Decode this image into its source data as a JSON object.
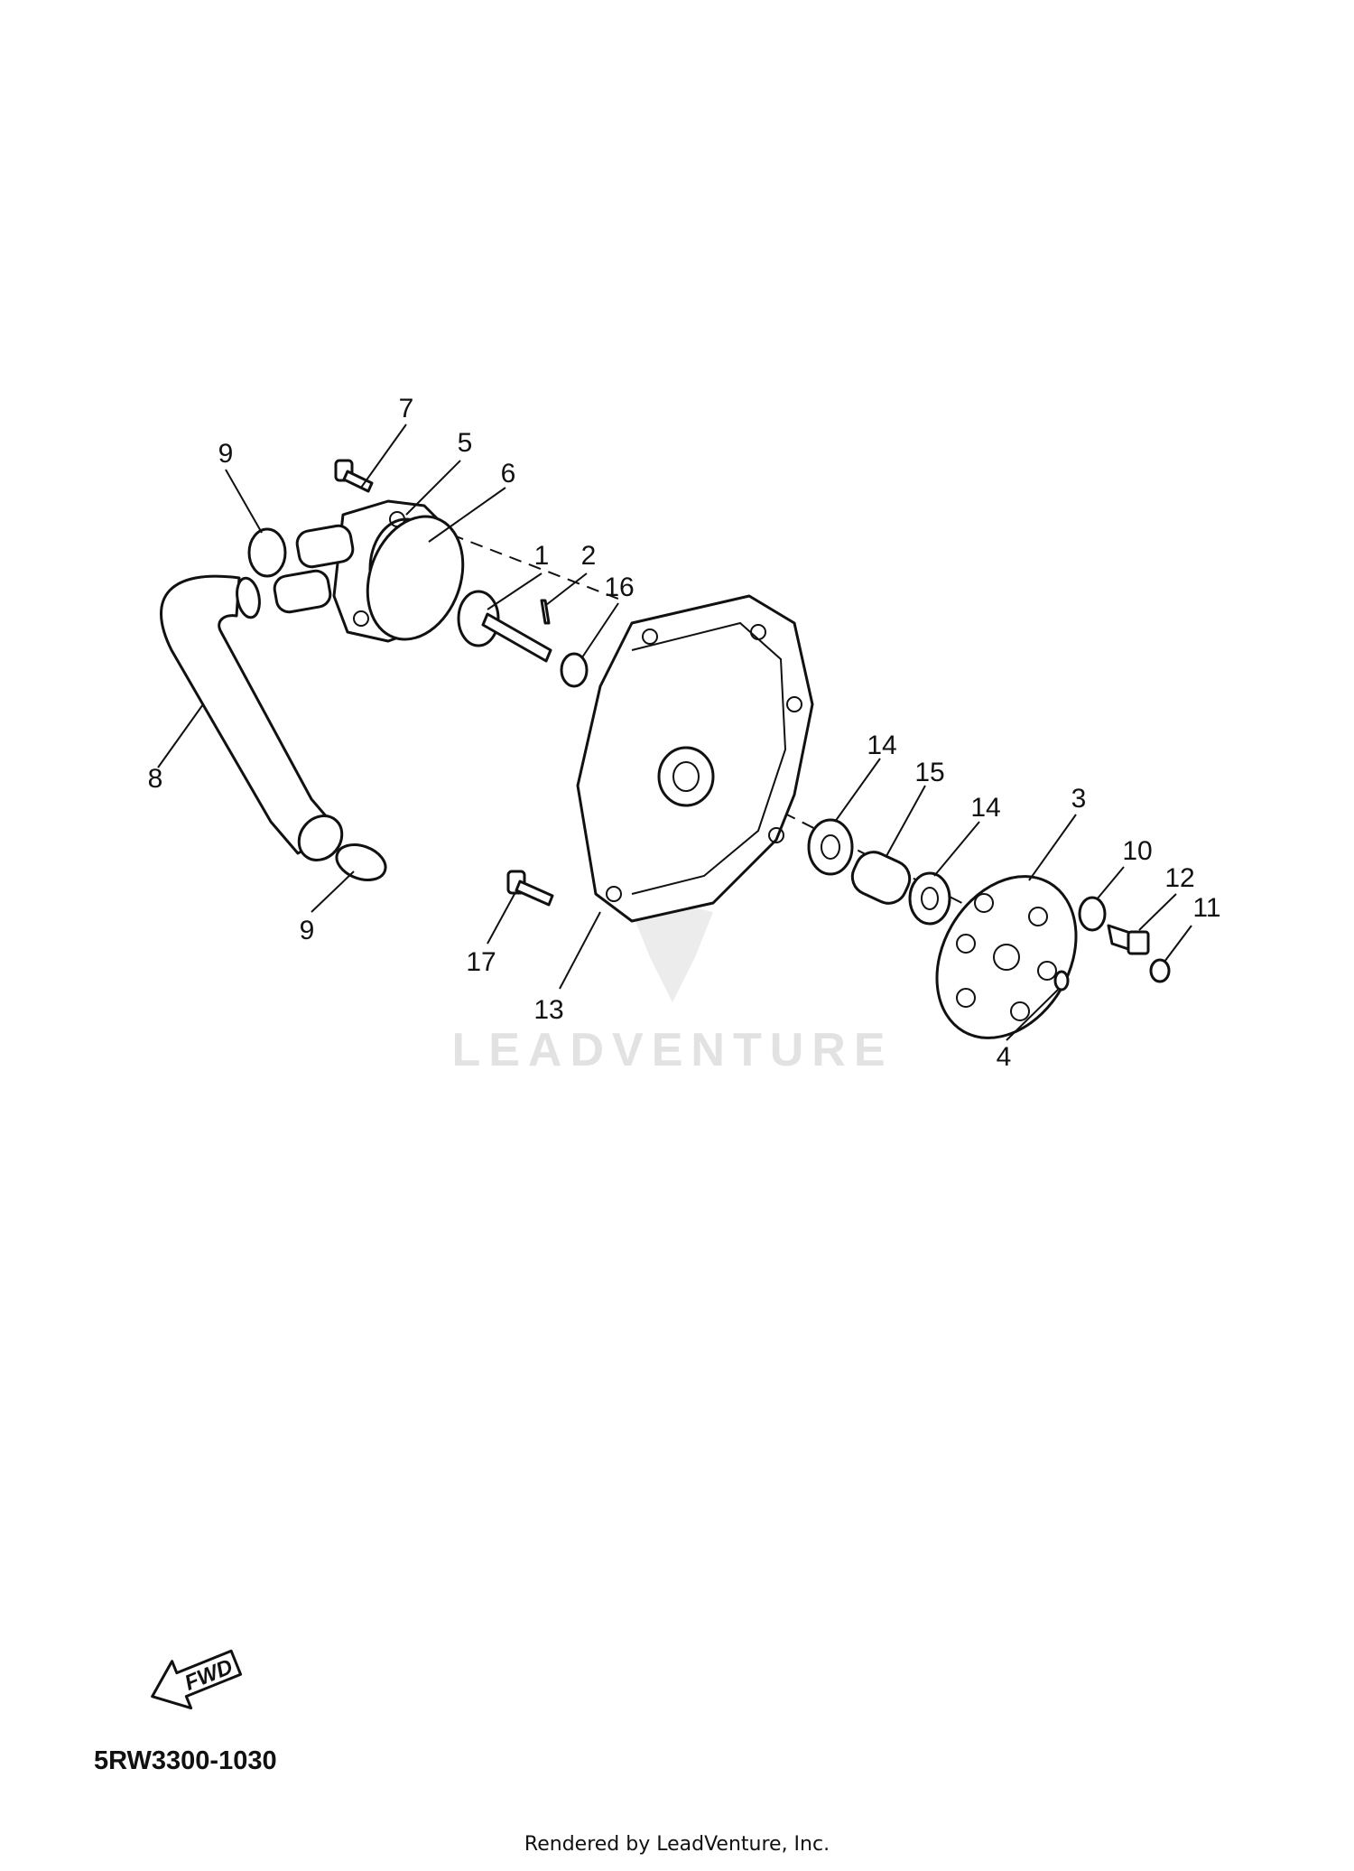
{
  "watermark": {
    "brand": "LEADVENTURE"
  },
  "callouts": {
    "c1": "1",
    "c2": "2",
    "c3": "3",
    "c4": "4",
    "c5": "5",
    "c6": "6",
    "c7": "7",
    "c8": "8",
    "c9a": "9",
    "c9b": "9",
    "c10": "10",
    "c11": "11",
    "c12": "12",
    "c13": "13",
    "c14a": "14",
    "c14b": "14",
    "c15": "15",
    "c16": "16",
    "c17": "17"
  },
  "direction_arrow": {
    "label": "FWD"
  },
  "part_number": "5RW3300-1030",
  "footer": "Rendered by LeadVenture, Inc."
}
